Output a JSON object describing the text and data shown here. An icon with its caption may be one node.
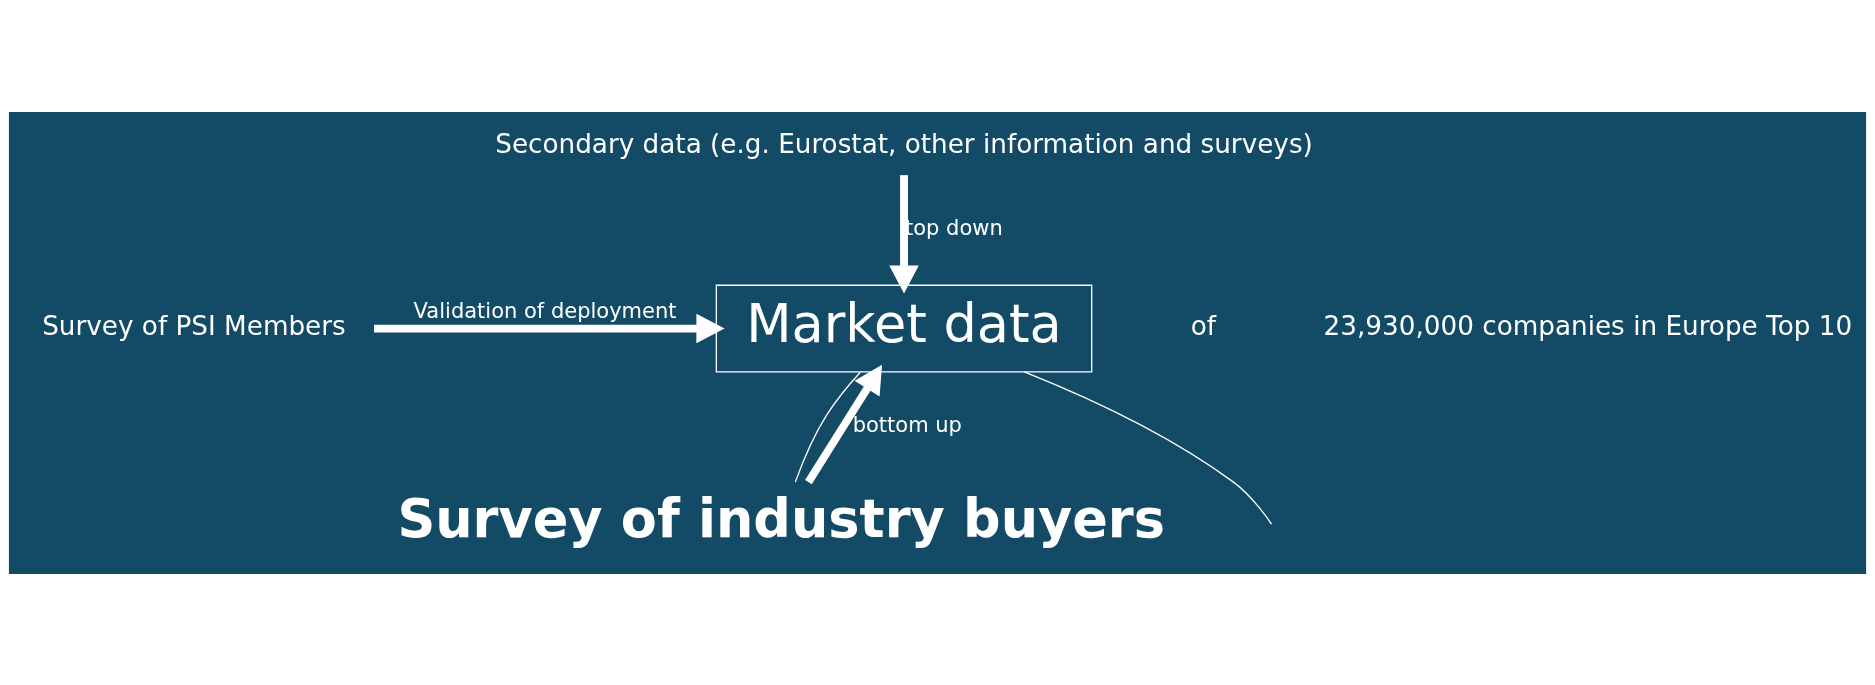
{
  "diagram": {
    "nodes": [
      {
        "text": [
          "Secondary data (e.g. Eurostat, other information and surveys)"
        ]
      },
      {
        "text": [
          "Survey of PSI Members"
        ]
      },
      {
        "text": [
          "Market data"
        ]
      },
      {
        "text": [
          "Survey of industry buyers"
        ]
      }
    ],
    "edges": [
      {
        "from": 0,
        "to": 2,
        "arrow": "to",
        "label": "top down"
      },
      {
        "from": 1,
        "to": 2,
        "arrow": "to",
        "label": "Validation of deployment"
      },
      {
        "from": 3,
        "to": 2,
        "arrow": "to",
        "label": "bottom up"
      },
      {
        "from": 2,
        "to": 3,
        "arrow": "none"
      },
      {
        "from": 2,
        "to": null,
        "arrow": "none"
      }
    ],
    "labels": [
      "of",
      "23,930,000 companies in Europe Top 10"
    ]
  }
}
